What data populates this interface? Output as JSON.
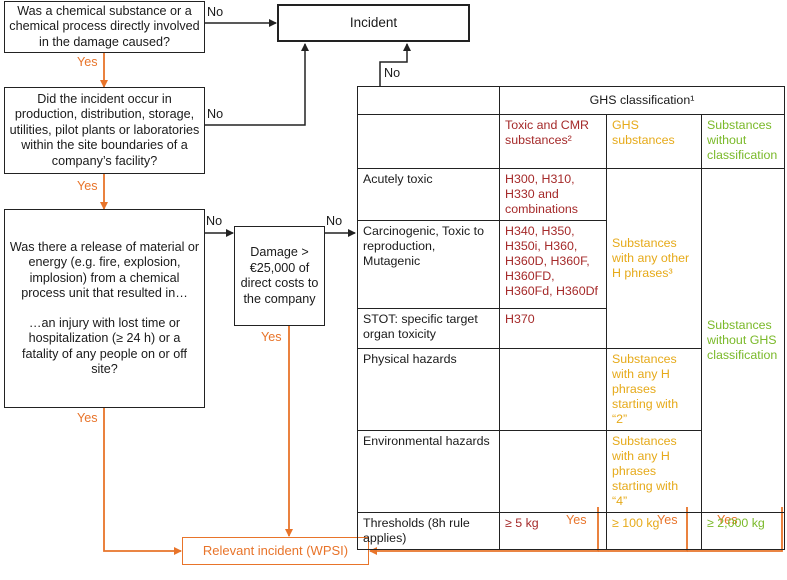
{
  "q1": "Was a chemical substance or a chemical process directly involved in the damage caused?",
  "q2": "Did the incident occur in production, distribution, storage, utilities, pilot plants or laboratories within the site boundaries of a company’s facility?",
  "q3_a": "Was there a release of material or energy (e.g. fire, explosion, implosion) from a chemical process unit that resulted in…",
  "q3_b": "…an injury with lost time or hospitalization (≥ 24 h) or a fatality of any people on or off site?",
  "damage": "Damage > €25,000 of direct costs to the company",
  "incident": "Incident",
  "wpsi": "Relevant incident (WPSI)",
  "labels": {
    "yes": "Yes",
    "no": "No"
  },
  "table": {
    "header": "GHS classification¹",
    "col_red": "Toxic and CMR substances²",
    "col_yellow": "GHS substances",
    "col_green": "Substances without classification",
    "rows": [
      {
        "label": "Acutely toxic",
        "red": "H300, H310, H330 and combinations"
      },
      {
        "label": "Carcinogenic, Toxic to reproduction, Mutagenic",
        "red": "H340, H350, H350i, H360, H360D, H360F, H360FD, H360Fd, H360Df"
      },
      {
        "label": "STOT: specific target organ toxicity",
        "red": "H370"
      },
      {
        "label": "Physical hazards",
        "yellow": "Substances with any H phrases starting with “2”"
      },
      {
        "label": "Environmental hazards",
        "yellow": "Substances with any H phrases starting with “4”"
      },
      {
        "label": "Thresholds (8h rule applies)",
        "red": "≥ 5 kg",
        "yellow": "≥ 100 kg",
        "green": "≥ 2,000 kg"
      }
    ],
    "yellow_merged": "Substances with any other H phrases³",
    "green_merged": "Substances without GHS classification"
  },
  "colors": {
    "orange": "#e8742a",
    "red": "#a52a2a",
    "yellow": "#e6aa1a",
    "green": "#7ab929"
  }
}
